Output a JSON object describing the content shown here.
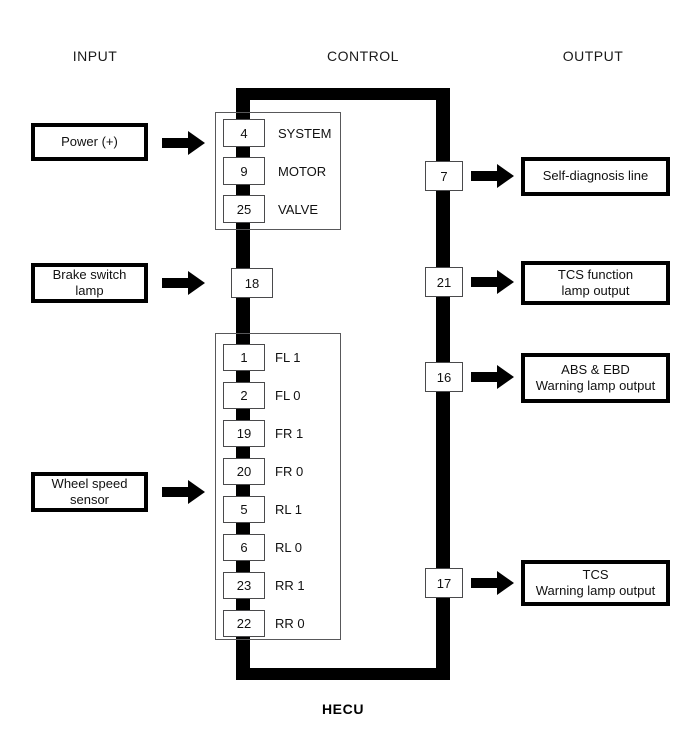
{
  "headers": {
    "input": "INPUT",
    "control": "CONTROL",
    "output": "OUTPUT"
  },
  "caption": "HECU",
  "colors": {
    "bus": "#000000",
    "box_border": "#000000",
    "pin_border": "#4a4a4c",
    "group_border": "#58585a",
    "background": "#ffffff",
    "text": "#111111"
  },
  "inputs": [
    {
      "label": "Power (+)",
      "lines": [
        "Power (+)"
      ]
    },
    {
      "label": "Brake switch lamp",
      "lines": [
        "Brake switch",
        "lamp"
      ]
    },
    {
      "label": "Wheel speed sensor",
      "lines": [
        "Wheel speed",
        "sensor"
      ]
    }
  ],
  "outputs": [
    {
      "pin": "7",
      "lines": [
        "Self-diagnosis line"
      ]
    },
    {
      "pin": "21",
      "lines": [
        "TCS function",
        "lamp output"
      ]
    },
    {
      "pin": "16",
      "lines": [
        "ABS & EBD",
        "Warning lamp output"
      ]
    },
    {
      "pin": "17",
      "lines": [
        "TCS",
        "Warning lamp output"
      ]
    }
  ],
  "power_group": {
    "pins": [
      {
        "pin": "4",
        "name": "SYSTEM"
      },
      {
        "pin": "9",
        "name": "MOTOR"
      },
      {
        "pin": "25",
        "name": "VALVE"
      }
    ]
  },
  "brake_pin": {
    "pin": "18",
    "name": ""
  },
  "wheel_group": {
    "pins": [
      {
        "pin": "1",
        "name": "FL 1"
      },
      {
        "pin": "2",
        "name": "FL 0"
      },
      {
        "pin": "19",
        "name": "FR 1"
      },
      {
        "pin": "20",
        "name": "FR 0"
      },
      {
        "pin": "5",
        "name": "RL 1"
      },
      {
        "pin": "6",
        "name": "RL 0"
      },
      {
        "pin": "23",
        "name": "RR 1"
      },
      {
        "pin": "22",
        "name": "RR 0"
      }
    ]
  }
}
